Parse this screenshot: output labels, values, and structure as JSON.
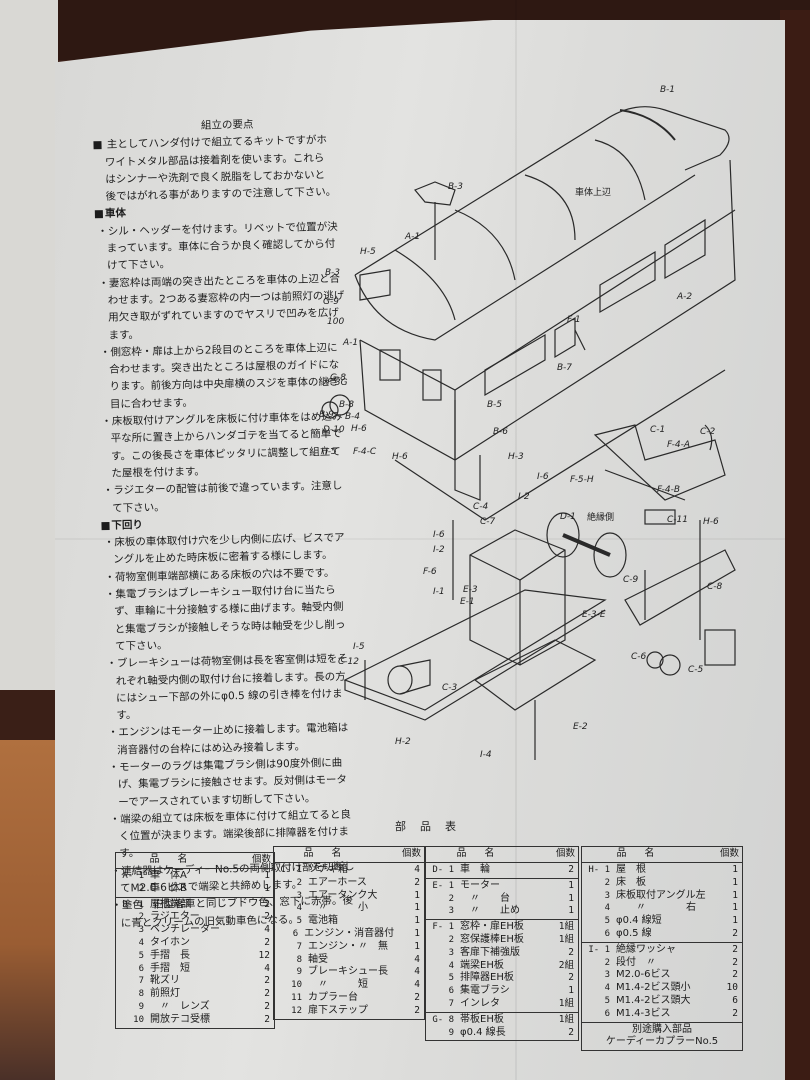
{
  "instructions": {
    "title": "組立の要点",
    "intro": [
      "主としてハンダ付けで組立てるキットですがホ",
      "ワイトメタル部品は接着剤を使います。これら",
      "はシンナーや洗剤で良く脱脂をしておかないと",
      "後ではがれる事がありますので注意して下さい。"
    ],
    "body_section": {
      "heading": "車体",
      "items": [
        "シル・ヘッダーを付けます。リベットで位置が決まっています。車体に合うか良く確認してから付けて下さい。",
        "妻窓枠は両端の突き出たところを車体の上辺と合わせます。2つある妻窓枠の内一つは前照灯の逃げ用欠き取がずれていますのでヤスリで凹みを広げます。",
        "側窓枠・扉は上から2段目のところを車体上辺に合わせます。突き出たところは屋根のガイドになります。前後方向は中央扉横のスジを車体の継ぎ目に合わせます。",
        "床板取付けアングルを床板に付け車体をはめ込み平な所に置き上からハンダゴテを当てると簡単です。この後長さを車体ピッタリに調整して組立てた屋根を付けます。",
        "ラジエターの配管は前後で違っています。注意して下さい。"
      ]
    },
    "underframe_section": {
      "heading": "下回り",
      "items": [
        "床板の車体取付け穴を少し内側に広げ、ビスでアングルを止めた時床板に密着する様にします。",
        "荷物室側車端部横にある床板の穴は不要です。",
        "集電ブラシはブレーキシュー取付け台に当たらず、車輪に十分接触する様に曲げます。軸受内側と集電ブラシが接触しそうな時は軸受を少し削って下さい。",
        "ブレーキシューは荷物室側は長を客室側は短をそれぞれ軸受内側の取付け台に接着します。長の方にはシュー下部の外にφ0.5 線の引き棒を付けます。",
        "エンジンはモーター止めに接着します。電池箱は消音器付の台枠にはめ込み接着します。",
        "モーターのラグは集電ブラシ側は90度外側に曲げ、集電ブラシに接触させます。反対側はモーターでアースされています切断して下さい。",
        "端梁の組立ては床板を車体に付けて組立てると良く位置が決まります。端梁後部に排障器を付けます。",
        "連結器はケーディーNo.5の両側取付け部を切断してM2.0-6ビスで端梁と共締めします。",
        "塗色　旧型客車と同じブドウ色、窓下に赤帯。後に青とクリームの旧気動車色になる。"
      ]
    }
  },
  "diagram": {
    "labels": {
      "b1": "B-1",
      "b3a": "B-3",
      "b3b": "B-3",
      "body_top_edge": "車体上辺",
      "a1a": "A-1",
      "a1b": "A-1",
      "a2": "A-2",
      "h5a": "H-5",
      "h5b": "H-5",
      "g9": "G-9",
      "dim100": "100",
      "g8a": "G-8",
      "g8b": "G-8",
      "f3g": "F-3G",
      "b8": "B-8",
      "b9": "B-9",
      "b4": "B-4",
      "d10": "D-10",
      "h6a": "H-6",
      "h6b": "H-6",
      "h6c": "H-6",
      "f4c": "F-4-C",
      "b5": "B-5",
      "b6": "B-6",
      "b7": "B-7",
      "f1": "F-1",
      "h3": "H-3",
      "c1": "C-1",
      "c2": "C-2",
      "f4a": "F-4-A",
      "f5h": "F-5-H",
      "f4b": "F-4-B",
      "c11": "C-11",
      "i6a": "I-6",
      "i2a": "I-2",
      "c4": "C-4",
      "c7": "C-7",
      "d1": "D-1",
      "insulated_side": "絶縁側",
      "i6b": "I-6",
      "i2b": "I-2",
      "f6": "F-6",
      "i1": "I-1",
      "e3": "E-3",
      "e1": "E-1",
      "c9": "C-9",
      "c8": "C-8",
      "e3e": "E-3-E",
      "i5": "I-5",
      "c12": "C-12",
      "c3": "C-3",
      "c6": "C-6",
      "c5": "C-5",
      "h2": "H-2",
      "e2": "E-2",
      "i4": "I-4"
    }
  },
  "parts_table": {
    "title": "部品表",
    "header_name": "品名",
    "header_qty": "個数",
    "columns": [
      {
        "groups": [
          {
            "rows": [
              {
                "code": "A- 1",
                "name": "車　体A",
                "qty": "1"
              },
              {
                "code": "2",
                "name": "車　体B",
                "qty": "1"
              }
            ]
          },
          {
            "rows": [
              {
                "code": "B- 1",
                "name": "屋根端部",
                "qty": "2"
              },
              {
                "code": "2",
                "name": "ラジエター",
                "qty": "2"
              },
              {
                "code": "3",
                "name": "ベンチレーター",
                "qty": "4"
              },
              {
                "code": "4",
                "name": "タイホン",
                "qty": "2"
              },
              {
                "code": "5",
                "name": "手摺　長",
                "qty": "12"
              },
              {
                "code": "6",
                "name": "手摺　短",
                "qty": "4"
              },
              {
                "code": "7",
                "name": "靴ズリ",
                "qty": "2"
              },
              {
                "code": "8",
                "name": "前照灯",
                "qty": "2"
              },
              {
                "code": "9",
                "name": "　〃　レンズ",
                "qty": "2"
              },
              {
                "code": "10",
                "name": "開放テコ受標",
                "qty": "2"
              }
            ]
          }
        ]
      },
      {
        "groups": [
          {
            "rows": [
              {
                "code": "C- 1",
                "name": "ツナギ箱",
                "qty": "4"
              },
              {
                "code": "2",
                "name": "エアーホース",
                "qty": "2"
              },
              {
                "code": "3",
                "name": "エアータンク大",
                "qty": "1"
              },
              {
                "code": "4",
                "name": "　〃　　　小",
                "qty": "1"
              },
              {
                "code": "5",
                "name": "電池箱",
                "qty": "1"
              },
              {
                "code": "6",
                "name": "エンジン・消音器付",
                "qty": "1"
              },
              {
                "code": "7",
                "name": "エンジン・〃　無",
                "qty": "1"
              },
              {
                "code": "8",
                "name": "軸受",
                "qty": "4"
              },
              {
                "code": "9",
                "name": "ブレーキシュー長",
                "qty": "4"
              },
              {
                "code": "10",
                "name": "　〃　　　短",
                "qty": "4"
              },
              {
                "code": "11",
                "name": "カプラー台",
                "qty": "2"
              },
              {
                "code": "12",
                "name": "扉下ステップ",
                "qty": "2"
              }
            ]
          }
        ]
      },
      {
        "groups": [
          {
            "rows": [
              {
                "code": "D- 1",
                "name": "車　輪",
                "qty": "2"
              }
            ]
          },
          {
            "rows": [
              {
                "code": "E- 1",
                "name": "モーター",
                "qty": "1"
              },
              {
                "code": "2",
                "name": "　〃　　台",
                "qty": "1"
              },
              {
                "code": "3",
                "name": "　〃　　止め",
                "qty": "1"
              }
            ]
          },
          {
            "rows": [
              {
                "code": "F- 1",
                "name": "窓枠・扉EH板",
                "qty": "1組"
              },
              {
                "code": "2",
                "name": "窓保護棒EH板",
                "qty": "1組"
              },
              {
                "code": "3",
                "name": "客扉下補強版",
                "qty": "2"
              },
              {
                "code": "4",
                "name": "端梁EH板",
                "qty": "2組"
              },
              {
                "code": "5",
                "name": "排障器EH板",
                "qty": "2"
              },
              {
                "code": "6",
                "name": "集電ブラシ",
                "qty": "1"
              },
              {
                "code": "7",
                "name": "インレタ",
                "qty": "1組"
              }
            ]
          },
          {
            "rows": [
              {
                "code": "G- 8",
                "name": "帯板EH板",
                "qty": "1組"
              },
              {
                "code": "9",
                "name": "φ0.4 線長",
                "qty": "2"
              }
            ]
          }
        ]
      },
      {
        "groups": [
          {
            "rows": [
              {
                "code": "H- 1",
                "name": "屋　根",
                "qty": "1"
              },
              {
                "code": "2",
                "name": "床　板",
                "qty": "1"
              },
              {
                "code": "3",
                "name": "床板取付アングル左",
                "qty": "1"
              },
              {
                "code": "4",
                "name": "　　〃　　　　右",
                "qty": "1"
              },
              {
                "code": "5",
                "name": "φ0.4 線短",
                "qty": "1"
              },
              {
                "code": "6",
                "name": "φ0.5 線",
                "qty": "2"
              }
            ]
          },
          {
            "rows": [
              {
                "code": "I- 1",
                "name": "絶縁ワッシャ",
                "qty": "2"
              },
              {
                "code": "2",
                "name": "段付　〃",
                "qty": "2"
              },
              {
                "code": "3",
                "name": "M2.0-6ビス",
                "qty": "2"
              },
              {
                "code": "4",
                "name": "M1.4-2ビス頭小",
                "qty": "10"
              },
              {
                "code": "5",
                "name": "M1.4-2ビス頭大",
                "qty": "6"
              },
              {
                "code": "6",
                "name": "M1.4-3ビス",
                "qty": "2"
              }
            ]
          },
          {
            "note": [
              "別途購入部品",
              "ケーディーカプラーNo.5"
            ]
          }
        ]
      }
    ]
  }
}
